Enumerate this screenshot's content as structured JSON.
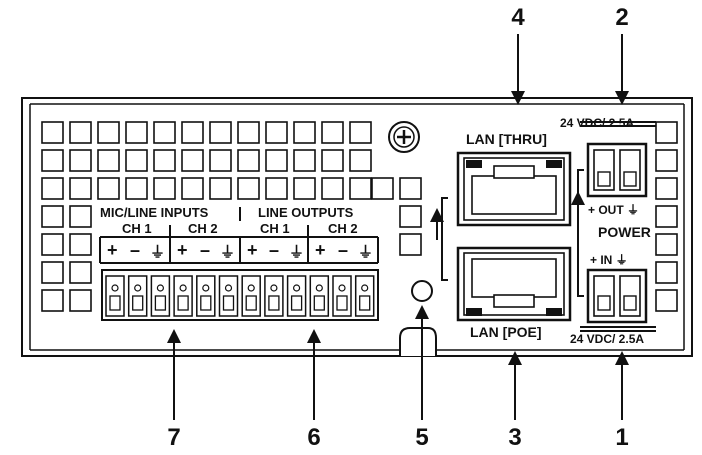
{
  "callouts": {
    "n1": "1",
    "n2": "2",
    "n3": "3",
    "n4": "4",
    "n5": "5",
    "n6": "6",
    "n7": "7"
  },
  "labels": {
    "mic_line_inputs": "MIC/LINE INPUTS",
    "line_outputs": "LINE OUTPUTS",
    "ch1_in": "CH 1",
    "ch2_in": "CH 2",
    "ch1_out": "CH 1",
    "ch2_out": "CH 2",
    "lan_thru": "LAN [THRU]",
    "lan_poe": "LAN [POE]",
    "power": "POWER",
    "vdc_top": "24 VDC/ 2.5A",
    "vdc_bottom": "24 VDC/ 2.5A",
    "out_label": "+ OUT ⏚",
    "in_label": "+ IN ⏚"
  },
  "terminal_symbols": {
    "plus": "+",
    "minus": "–",
    "ground": "⏚"
  }
}
